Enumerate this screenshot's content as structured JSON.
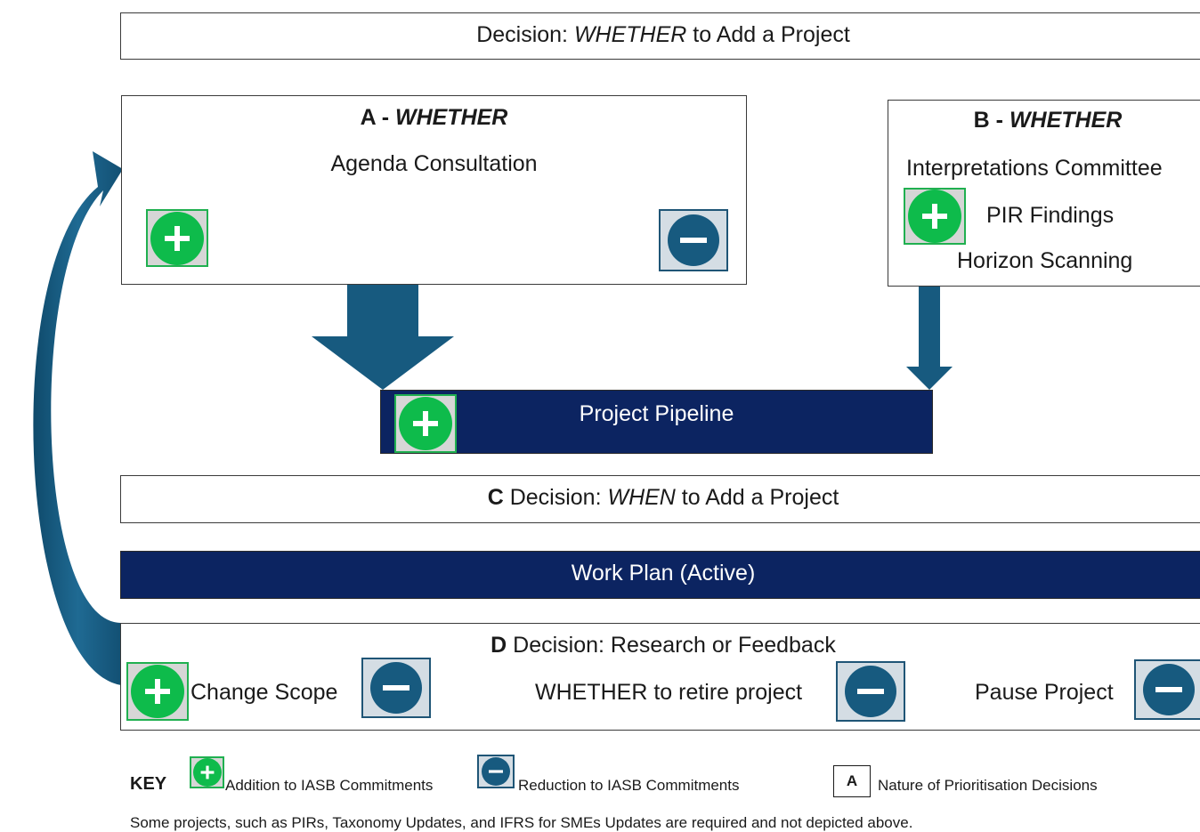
{
  "top_decision": {
    "prefix": "Decision: ",
    "emph": "WHETHER",
    "suffix": " to Add a Project"
  },
  "box_a": {
    "title_prefix": "A - ",
    "title_emph": "WHETHER",
    "line1": "Agenda Consultation"
  },
  "box_b": {
    "title_prefix": "B - ",
    "title_emph": "WHETHER",
    "line1": "Interpretations Committee",
    "line2": "PIR Findings",
    "line3": "Horizon Scanning"
  },
  "pipeline": {
    "label": "Project Pipeline"
  },
  "decision_c": {
    "letter": "C",
    "prefix": " Decision: ",
    "emph": "WHEN",
    "suffix": " to Add a Project"
  },
  "work_plan": {
    "label": "Work Plan (Active)"
  },
  "decision_d": {
    "letter": "D",
    "title": " Decision: Research or Feedback",
    "change_scope": "Change Scope",
    "retire": "WHETHER to retire project",
    "pause": "Pause Project"
  },
  "key": {
    "heading": "KEY",
    "addition": "Addition to IASB Commitments",
    "reduction": "Reduction to IASB Commitments",
    "letter_sample": "A",
    "nature": "Nature of Prioritisation Decisions"
  },
  "footnote": "Some projects, such as PIRs, Taxonomy Updates, and IFRS for SMEs Updates are required and not depicted above.",
  "colors": {
    "navy": "#0c2461",
    "arrow_blue": "#175a7f",
    "plus_green": "#0ebb4b",
    "minus_blue": "#175a7f"
  }
}
